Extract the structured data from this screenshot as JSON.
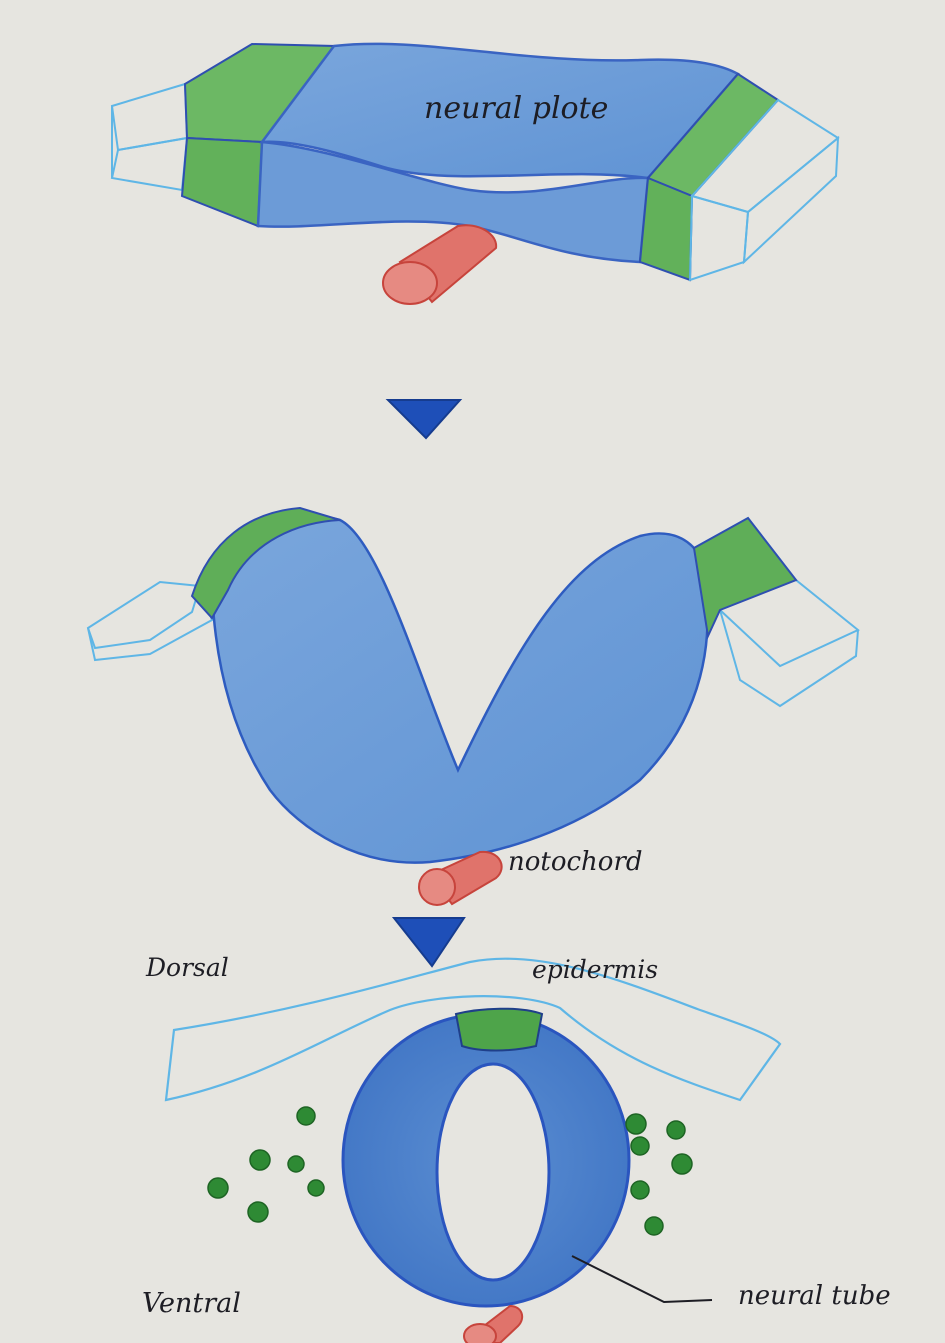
{
  "labels": {
    "neural_plate": "neural plote",
    "notochord": "notochord",
    "dorsal": "Dorsal",
    "epidermis": "epidermis",
    "ventral": "Ventral",
    "neural_tube": "neural tube"
  },
  "colors": {
    "paper": "#e6e5e0",
    "neural_tissue": "#6f9fd8",
    "neural_tissue_dark": "#3f74c4",
    "neural_crest": "#62b15a",
    "notochord": "#e0736b",
    "epidermis_outline": "#5fb6e6",
    "arrow": "#1e4fb8",
    "ink": "#1d1d24"
  }
}
